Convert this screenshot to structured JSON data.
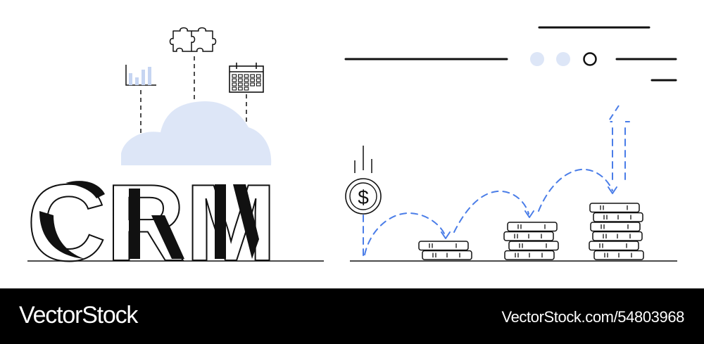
{
  "illustration": {
    "headline": "CRM",
    "coin_symbol": "$",
    "coin_stacks": [
      2,
      4,
      6
    ],
    "icons": [
      "bar-chart-icon",
      "puzzle-icon",
      "calendar-icon",
      "cloud-icon",
      "dollar-coin-icon",
      "arrow-up-icon"
    ],
    "colors": {
      "ink": "#111111",
      "accent": "#4a7de8",
      "cloud": "#dde6f7",
      "background": "#ffffff"
    }
  },
  "watermark": {
    "brand": "VectorStock",
    "image_id": "VectorStock.com/54803968",
    "colors": {
      "bar": "#000000",
      "text": "#ffffff"
    }
  }
}
